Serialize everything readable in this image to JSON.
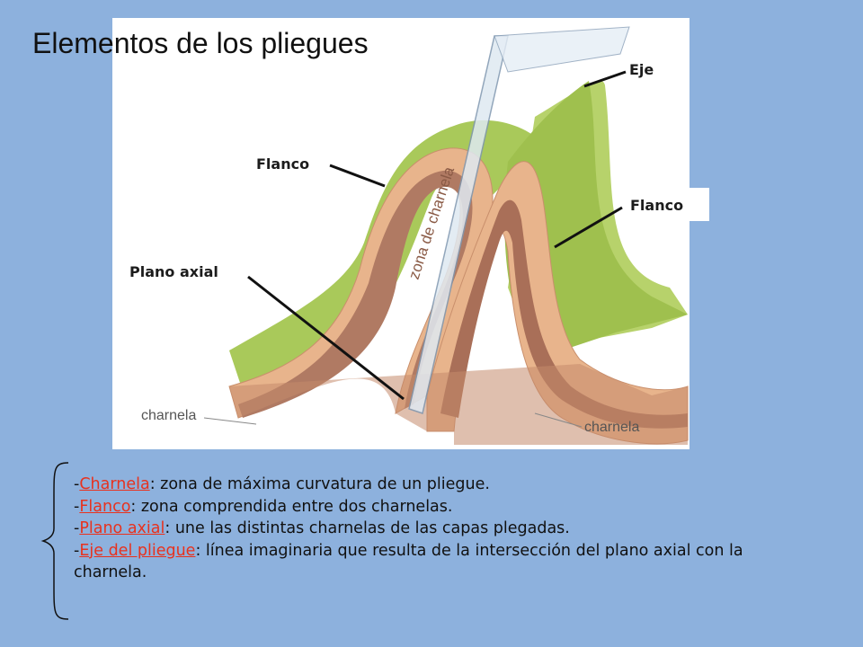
{
  "title": "Elementos de los pliegues",
  "diagram": {
    "labels": {
      "eje": "Eje",
      "flanco_left": "Flanco",
      "flanco_right": "Flanco",
      "plano_axial": "Plano axial",
      "zona_de_charnela": "zona de charnela",
      "charnela_left": "charnela",
      "charnela_right": "charnela"
    },
    "colors": {
      "background": "#8db1dd",
      "green_surface": "#a9c95a",
      "layer_light": "#e8b48c",
      "layer_dark": "#b07a63",
      "axial_plane": "#dfe9f2"
    }
  },
  "definitions": [
    {
      "prefix": "-",
      "term": "Charnela",
      "text": ": zona de máxima curvatura de un pliegue."
    },
    {
      "prefix": "-",
      "term": "Flanco",
      "text": ": zona comprendida entre dos charnelas."
    },
    {
      "prefix": "-",
      "term": "Plano axial",
      "text": ": une las distintas charnelas de las capas plegadas."
    },
    {
      "prefix": "-",
      "term": "Eje del pliegue",
      "text": ": línea imaginaria que resulta de la intersección del plano axial con la charnela."
    }
  ]
}
